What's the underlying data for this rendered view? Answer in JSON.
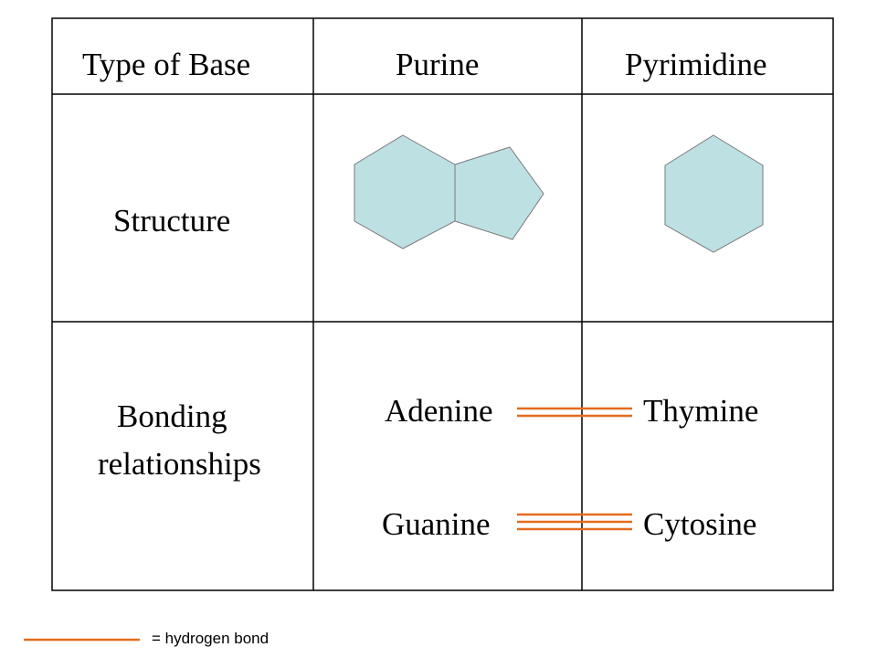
{
  "table": {
    "headers": [
      "Type of Base",
      "Purine",
      "Pyrimidine"
    ],
    "rows": [
      {
        "label": "Structure"
      },
      {
        "label_line1": "Bonding",
        "label_line2": "relationships",
        "pairs": [
          {
            "purine": "Adenine",
            "pyrimidine": "Thymine",
            "hydrogen_bonds": 2
          },
          {
            "purine": "Guanine",
            "pyrimidine": "Cytosine",
            "hydrogen_bonds": 3
          }
        ]
      }
    ]
  },
  "legend": {
    "text": "= hydrogen bond"
  },
  "colors": {
    "ring_fill": "#bde0e3",
    "ring_stroke": "#7a7a7a",
    "bond_color": "#e36c1e",
    "grid_color": "#000000"
  }
}
